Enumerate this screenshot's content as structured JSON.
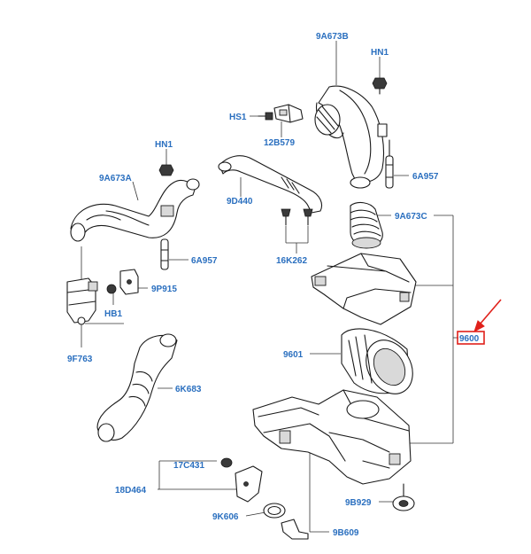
{
  "labels": {
    "p9A673B": "9A673B",
    "HN1_top": "HN1",
    "HS1": "HS1",
    "p12B579": "12B579",
    "HN1_left": "HN1",
    "p9A673A": "9A673A",
    "p9D440": "9D440",
    "p6A957_right": "6A957",
    "p9A673C": "9A673C",
    "p6A957_left": "6A957",
    "p16K262": "16K262",
    "p9P915": "9P915",
    "HB1": "HB1",
    "p9600": "9600",
    "p9F763": "9F763",
    "p9601": "9601",
    "p6K683": "6K683",
    "p17C431": "17C431",
    "p18D464": "18D464",
    "p9B929": "9B929",
    "p9K606": "9K606",
    "p9B609": "9B609"
  },
  "colors": {
    "label": "#2a6fbf",
    "highlight": "#e0201a",
    "line": "#1a1a1a"
  },
  "highlighted_part": "9600"
}
